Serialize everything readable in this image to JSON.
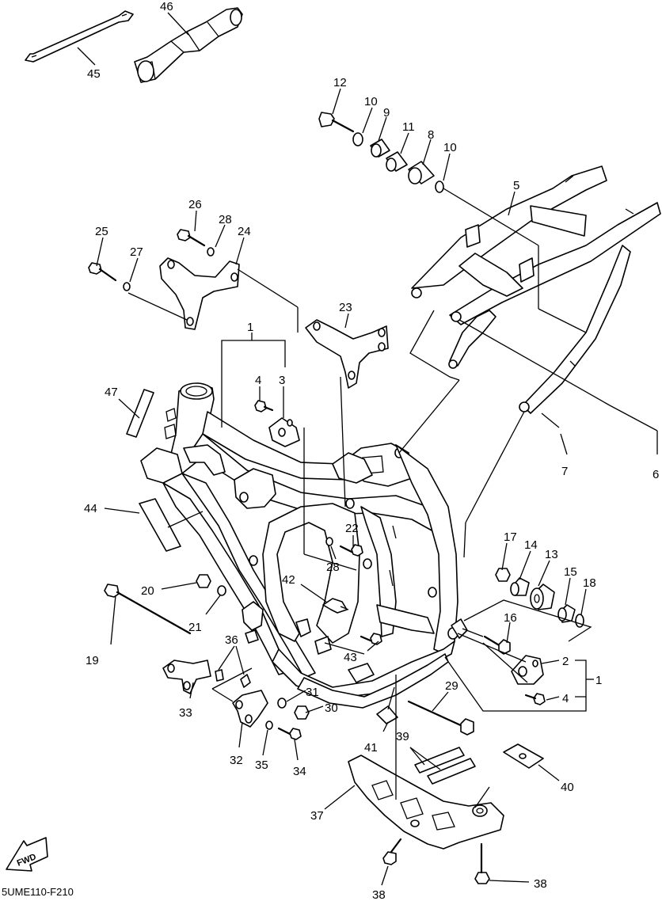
{
  "diagram_code": "5UME110-F210",
  "fwd_label": "FWD",
  "callouts": [
    {
      "id": "c45",
      "text": "45"
    },
    {
      "id": "c46",
      "text": "46"
    },
    {
      "id": "c12",
      "text": "12"
    },
    {
      "id": "c10a",
      "text": "10"
    },
    {
      "id": "c9",
      "text": "9"
    },
    {
      "id": "c11",
      "text": "11"
    },
    {
      "id": "c8",
      "text": "8"
    },
    {
      "id": "c10b",
      "text": "10"
    },
    {
      "id": "c5",
      "text": "5"
    },
    {
      "id": "c26",
      "text": "26"
    },
    {
      "id": "c28a",
      "text": "28"
    },
    {
      "id": "c24",
      "text": "24"
    },
    {
      "id": "c25",
      "text": "25"
    },
    {
      "id": "c27",
      "text": "27"
    },
    {
      "id": "c23",
      "text": "23"
    },
    {
      "id": "c1a",
      "text": "1"
    },
    {
      "id": "c4a",
      "text": "4"
    },
    {
      "id": "c3",
      "text": "3"
    },
    {
      "id": "c47",
      "text": "47"
    },
    {
      "id": "c7",
      "text": "7"
    },
    {
      "id": "c6",
      "text": "6"
    },
    {
      "id": "c44",
      "text": "44"
    },
    {
      "id": "c22",
      "text": "22"
    },
    {
      "id": "c28b",
      "text": "28"
    },
    {
      "id": "c17",
      "text": "17"
    },
    {
      "id": "c14",
      "text": "14"
    },
    {
      "id": "c13",
      "text": "13"
    },
    {
      "id": "c15",
      "text": "15"
    },
    {
      "id": "c18",
      "text": "18"
    },
    {
      "id": "c20",
      "text": "20"
    },
    {
      "id": "c42",
      "text": "42"
    },
    {
      "id": "c21",
      "text": "21"
    },
    {
      "id": "c16",
      "text": "16"
    },
    {
      "id": "c36",
      "text": "36"
    },
    {
      "id": "c19",
      "text": "19"
    },
    {
      "id": "c43",
      "text": "43"
    },
    {
      "id": "c2",
      "text": "2"
    },
    {
      "id": "c1b",
      "text": "1"
    },
    {
      "id": "c4b",
      "text": "4"
    },
    {
      "id": "c33",
      "text": "33"
    },
    {
      "id": "c31",
      "text": "31"
    },
    {
      "id": "c30",
      "text": "30"
    },
    {
      "id": "c29",
      "text": "29"
    },
    {
      "id": "c32",
      "text": "32"
    },
    {
      "id": "c35",
      "text": "35"
    },
    {
      "id": "c34",
      "text": "34"
    },
    {
      "id": "c41",
      "text": "41"
    },
    {
      "id": "c39",
      "text": "39"
    },
    {
      "id": "c40",
      "text": "40"
    },
    {
      "id": "c37",
      "text": "37"
    },
    {
      "id": "c38a",
      "text": "38"
    },
    {
      "id": "c38b",
      "text": "38"
    }
  ]
}
